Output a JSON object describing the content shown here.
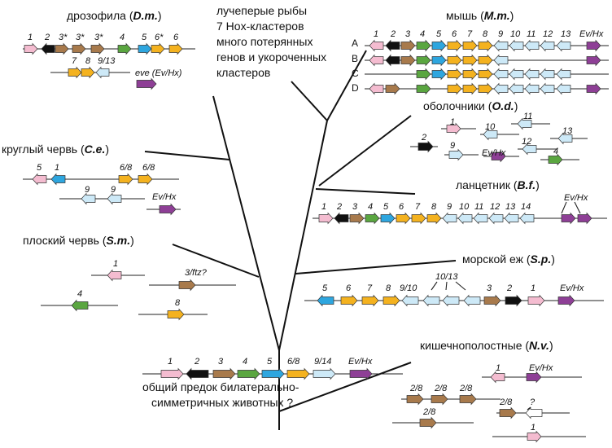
{
  "colors": {
    "pink": "#f4bcd0",
    "black": "#111111",
    "brown": "#a87a4c",
    "green": "#5aa640",
    "blue": "#2ea6df",
    "orange": "#f4b21f",
    "light": "#cde9f7",
    "purple": "#8e3f96",
    "white": "#ffffff"
  },
  "text": {
    "fish": [
      "лучеперые рыбы",
      "7 Hox-кластеров",
      "много потерянных",
      "генов и укороченных",
      "кластеров"
    ],
    "ancestor": [
      "общий предок билатерально-",
      "симметричных животных ?"
    ]
  },
  "taxa": [
    {
      "id": "drosophila",
      "name": "дрозофила",
      "abbr": "D.m."
    },
    {
      "id": "mouse",
      "name": "мышь",
      "abbr": "M.m."
    },
    {
      "id": "tunicates",
      "name": "оболочники",
      "abbr": "O.d."
    },
    {
      "id": "roundworm",
      "name": "круглый червь",
      "abbr": "C.e."
    },
    {
      "id": "lancelet",
      "name": "ланцетник",
      "abbr": "B.f."
    },
    {
      "id": "flatworm",
      "name": "плоский червь",
      "abbr": "S.m."
    },
    {
      "id": "urchin",
      "name": "морской еж",
      "abbr": "S.p."
    },
    {
      "id": "cnidaria",
      "name": "кишечнополостные",
      "abbr": "N.v."
    }
  ],
  "row_labels": [
    "A",
    "B",
    "C",
    "D"
  ],
  "gene_labels": {
    "dm_row1": [
      "1",
      "2",
      "3*",
      "3*",
      "3*",
      "4",
      "5",
      "6*",
      "6"
    ],
    "dm_row2": [
      "7",
      "8",
      "9/13"
    ],
    "dm_ev": "eve (Ev/Hx)",
    "mm_top": [
      "1",
      "2",
      "3",
      "4",
      "5",
      "6",
      "7",
      "8",
      "9",
      "10",
      "11",
      "12",
      "13",
      "Ev/Hx"
    ],
    "od": [
      "1",
      "10",
      "11",
      "2",
      "9",
      "Ev/Hx",
      "12",
      "13",
      "4"
    ],
    "ce": [
      "5",
      "1",
      "6/8",
      "6/8",
      "9",
      "9",
      "Ev/Hx"
    ],
    "bf": [
      "1",
      "2",
      "3",
      "4",
      "5",
      "6",
      "7",
      "8",
      "9",
      "10",
      "11",
      "12",
      "13",
      "14",
      "Ev/Hx"
    ],
    "sm": [
      "1",
      "3/ftz?",
      "4",
      "8"
    ],
    "sp": [
      "5",
      "6",
      "7",
      "8",
      "9/10",
      "10/13",
      "3",
      "2",
      "1",
      "Ev/Hx"
    ],
    "anc": [
      "1",
      "2",
      "3",
      "4",
      "5",
      "6/8",
      "9/14",
      "Ev/Hx"
    ],
    "nv": [
      "Ev/Hx",
      "1",
      "2/8",
      "2/8",
      "2/8",
      "2/8",
      "?",
      "2/8",
      "1"
    ]
  }
}
